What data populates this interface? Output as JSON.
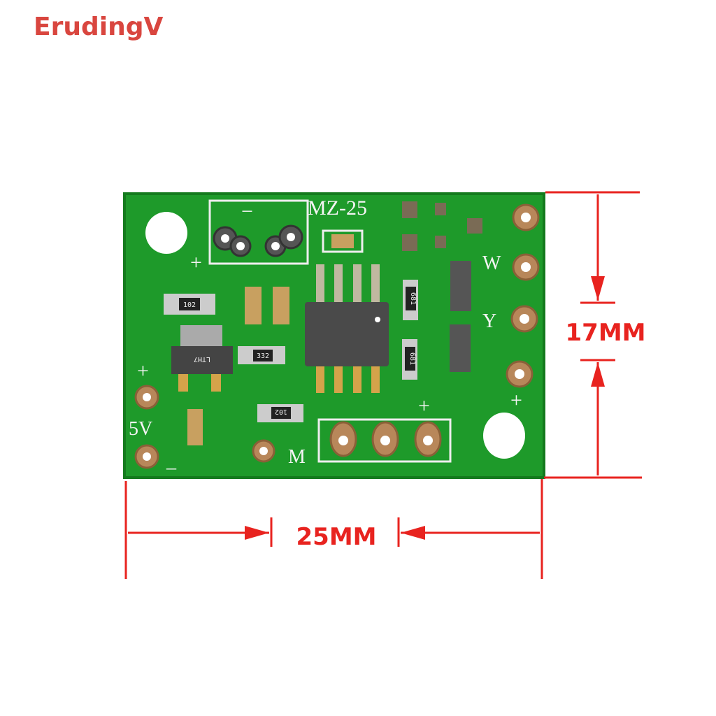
{
  "brand": {
    "name": "ErudingV",
    "color": "#d9463f"
  },
  "board": {
    "model": "MZ-25",
    "labels": {
      "w": "W",
      "y": "Y",
      "voltage": "5V",
      "motor": "M",
      "plus": "+",
      "minus": "−",
      "minus2": "_"
    },
    "component_codes": {
      "r1": "102",
      "r2": "332",
      "r3": "681",
      "r4": "681",
      "r5": "102",
      "regulator": "LTH7"
    },
    "pcb_color": "#1e9a2a"
  },
  "dimensions": {
    "height_label": "17MM",
    "width_label": "25MM",
    "color": "#e8231f"
  }
}
